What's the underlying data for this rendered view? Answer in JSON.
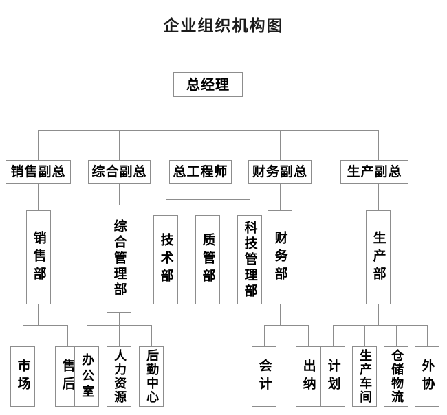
{
  "title": "企业组织机构图",
  "colors": {
    "box_border": "#8d8d8d",
    "box_fill": "#ffffff",
    "text": "#000000",
    "line": "#8d8d8d",
    "background": "#ffffff"
  },
  "chart_data": {
    "type": "diagram",
    "diagram_type": "organization-chart",
    "title": "企业组织机构图",
    "orientation": "top-down",
    "levels": 4,
    "nodes": [
      {
        "id": "n0",
        "label": "总经理",
        "level": 0,
        "parent": null
      },
      {
        "id": "n1",
        "label": "销售副总",
        "level": 1,
        "parent": "n0"
      },
      {
        "id": "n2",
        "label": "综合副总",
        "level": 1,
        "parent": "n0"
      },
      {
        "id": "n3",
        "label": "总工程师",
        "level": 1,
        "parent": "n0"
      },
      {
        "id": "n4",
        "label": "财务副总",
        "level": 1,
        "parent": "n0"
      },
      {
        "id": "n5",
        "label": "生产副总",
        "level": 1,
        "parent": "n0"
      },
      {
        "id": "n6",
        "label": "销售部",
        "level": 2,
        "parent": "n1"
      },
      {
        "id": "n7",
        "label": "综合管理部",
        "level": 2,
        "parent": "n2"
      },
      {
        "id": "n8",
        "label": "技术部",
        "level": 2,
        "parent": "n3"
      },
      {
        "id": "n9",
        "label": "质管部",
        "level": 2,
        "parent": "n3"
      },
      {
        "id": "n10",
        "label": "科技管理部",
        "level": 2,
        "parent": "n3"
      },
      {
        "id": "n11",
        "label": "财务部",
        "level": 2,
        "parent": "n4"
      },
      {
        "id": "n12",
        "label": "生产部",
        "level": 2,
        "parent": "n5"
      },
      {
        "id": "n13",
        "label": "市场",
        "level": 3,
        "parent": "n6"
      },
      {
        "id": "n14",
        "label": "售后",
        "level": 3,
        "parent": "n6"
      },
      {
        "id": "n15",
        "label": "办公室",
        "level": 3,
        "parent": "n7"
      },
      {
        "id": "n16",
        "label": "人力资源",
        "level": 3,
        "parent": "n7"
      },
      {
        "id": "n17",
        "label": "后勤中心",
        "level": 3,
        "parent": "n7"
      },
      {
        "id": "n18",
        "label": "会计",
        "level": 3,
        "parent": "n11"
      },
      {
        "id": "n19",
        "label": "出纳",
        "level": 3,
        "parent": "n11"
      },
      {
        "id": "n20",
        "label": "计划",
        "level": 3,
        "parent": "n12"
      },
      {
        "id": "n21",
        "label": "生产车间",
        "level": 3,
        "parent": "n12"
      },
      {
        "id": "n22",
        "label": "仓储物流",
        "level": 3,
        "parent": "n12"
      },
      {
        "id": "n23",
        "label": "外协",
        "level": 3,
        "parent": "n12"
      }
    ],
    "edges": [
      {
        "from": "n0",
        "to": "n1"
      },
      {
        "from": "n0",
        "to": "n2"
      },
      {
        "from": "n0",
        "to": "n3"
      },
      {
        "from": "n0",
        "to": "n4"
      },
      {
        "from": "n0",
        "to": "n5"
      },
      {
        "from": "n1",
        "to": "n6"
      },
      {
        "from": "n2",
        "to": "n7"
      },
      {
        "from": "n3",
        "to": "n8"
      },
      {
        "from": "n3",
        "to": "n9"
      },
      {
        "from": "n3",
        "to": "n10"
      },
      {
        "from": "n4",
        "to": "n11"
      },
      {
        "from": "n5",
        "to": "n12"
      },
      {
        "from": "n6",
        "to": "n13"
      },
      {
        "from": "n6",
        "to": "n14"
      },
      {
        "from": "n7",
        "to": "n15"
      },
      {
        "from": "n7",
        "to": "n16"
      },
      {
        "from": "n7",
        "to": "n17"
      },
      {
        "from": "n11",
        "to": "n18"
      },
      {
        "from": "n11",
        "to": "n19"
      },
      {
        "from": "n12",
        "to": "n20"
      },
      {
        "from": "n12",
        "to": "n21"
      },
      {
        "from": "n12",
        "to": "n22"
      },
      {
        "from": "n12",
        "to": "n23"
      }
    ]
  }
}
